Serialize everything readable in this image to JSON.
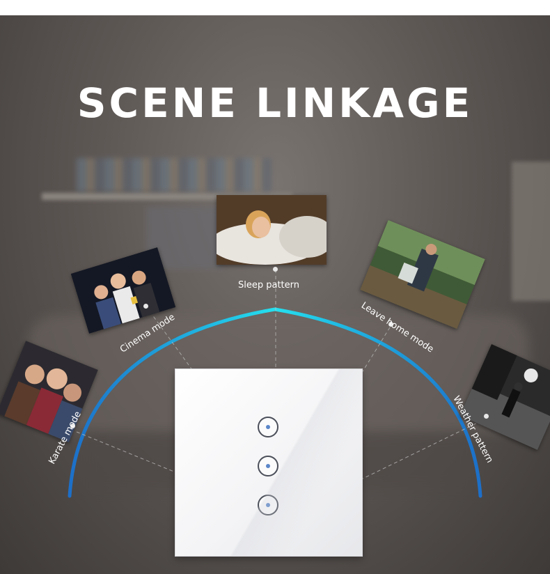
{
  "title": "SCENE LINKAGE",
  "modes": {
    "karate": "Karate mode",
    "cinema": "Cinema mode",
    "sleep": "Sleep pattern",
    "leave_home": "Leave home mode",
    "weather": "Weather pattern"
  },
  "switch": {
    "button_count": 3
  },
  "colors": {
    "arc_start": "#1d7fd0",
    "arc_mid": "#22d6e6",
    "title": "#ffffff"
  }
}
